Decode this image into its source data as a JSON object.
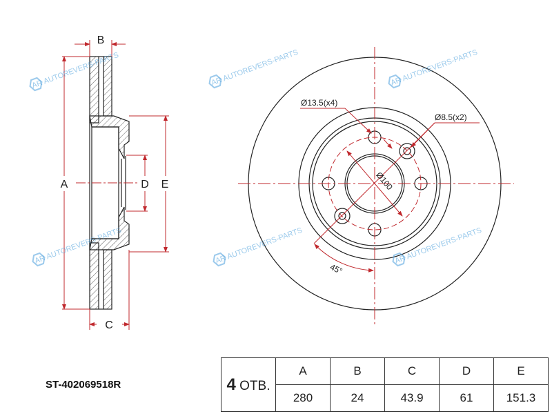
{
  "part_number": "ST-402069518R",
  "drawing": {
    "side_labels": {
      "A": "A",
      "B": "B",
      "C": "C",
      "D": "D",
      "E": "E"
    },
    "callouts": {
      "bolt_holes": "Ø13.5(x4)",
      "small_holes": "Ø8.5(x2)",
      "pcd": "Ø100",
      "angle": "45°"
    },
    "watermark": "AUTOREVERS-PARTS",
    "watermark_logo": "AR"
  },
  "table": {
    "holes_count": "4",
    "holes_suffix": "ОТВ.",
    "headers": [
      "A",
      "B",
      "C",
      "D",
      "E"
    ],
    "values": [
      "280",
      "24",
      "43.9",
      "61",
      "151.3"
    ]
  },
  "colors": {
    "dimension": "#c0282d",
    "line": "#222222",
    "watermark": "#4a9fdc"
  }
}
